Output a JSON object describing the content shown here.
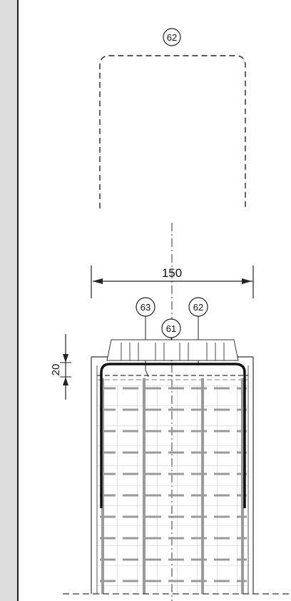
{
  "drawing": {
    "callouts": {
      "top": "62",
      "left": "63",
      "center": "61",
      "right": "62"
    },
    "dimensions": {
      "width": "150",
      "cover": "20"
    }
  }
}
